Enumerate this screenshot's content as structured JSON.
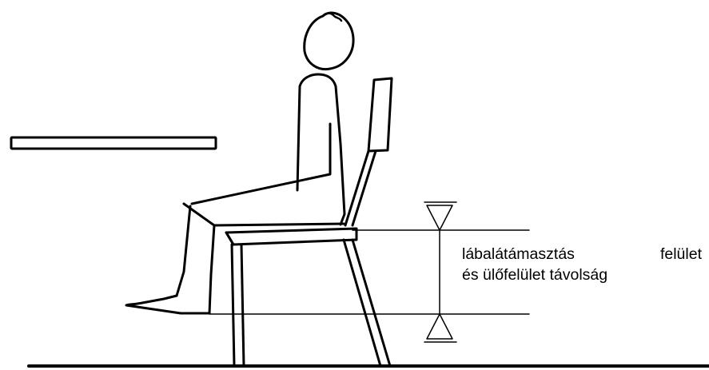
{
  "diagram": {
    "label": {
      "word_1": "lábalátámasztás",
      "word_2": "felület",
      "line_2": "és ülőfelület távolság"
    },
    "colors": {
      "ink": "#000000",
      "background": "#ffffff"
    }
  }
}
